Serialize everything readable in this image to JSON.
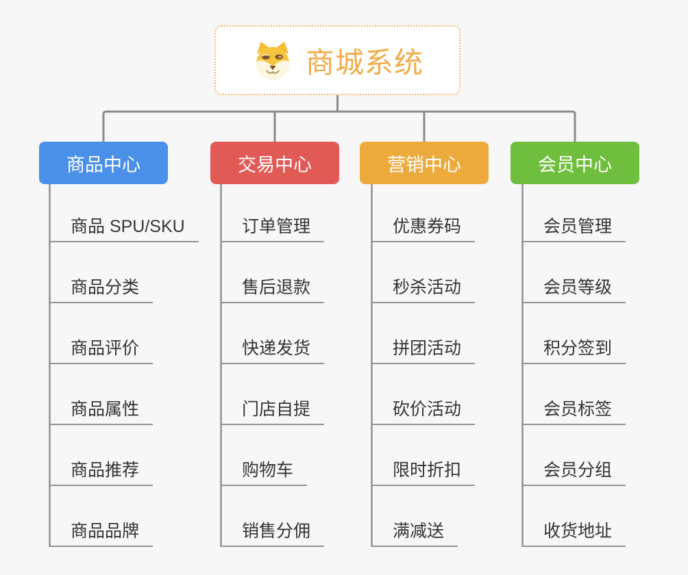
{
  "root": {
    "title": "商城系统",
    "icon": "doge-icon"
  },
  "branches": [
    {
      "label": "商品中心",
      "color": "#4A90E8",
      "items": [
        "商品 SPU/SKU",
        "商品分类",
        "商品评价",
        "商品属性",
        "商品推荐",
        "商品品牌"
      ]
    },
    {
      "label": "交易中心",
      "color": "#E15A56",
      "items": [
        "订单管理",
        "售后退款",
        "快递发货",
        "门店自提",
        "购物车",
        "销售分佣"
      ]
    },
    {
      "label": "营销中心",
      "color": "#ECAA3D",
      "items": [
        "优惠券码",
        "秒杀活动",
        "拼团活动",
        "砍价活动",
        "限时折扣",
        "满减送"
      ]
    },
    {
      "label": "会员中心",
      "color": "#6FBE3E",
      "items": [
        "会员管理",
        "会员等级",
        "积分签到",
        "会员标签",
        "会员分组",
        "收货地址"
      ]
    }
  ],
  "colors": {
    "background": "#F7F7F7",
    "root_border": "#F2B870",
    "root_title": "#F0AC4A",
    "connector": "#8A8A8A",
    "leaf_line": "#929292",
    "leaf_text": "#333333"
  }
}
